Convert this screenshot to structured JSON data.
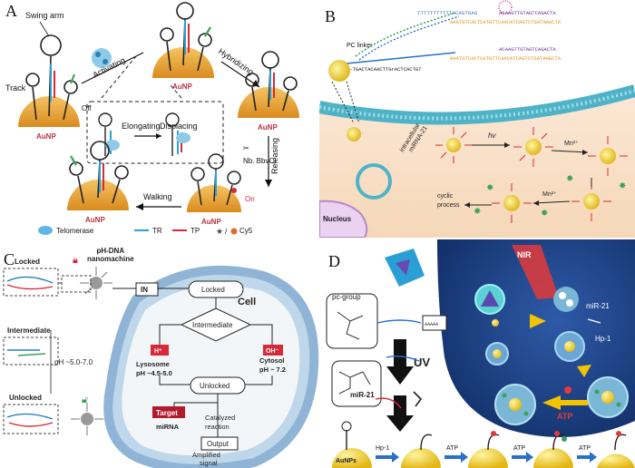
{
  "panelA": {
    "label": "A",
    "swing_arm": "Swing arm",
    "track": "Track",
    "off": "Off",
    "on": "On",
    "aunp": "AuNP",
    "activating": "Activating",
    "hybridizing": "Hybridizing",
    "elongating": "Elongating",
    "displacing": "Displacing",
    "releasing": "Releasing",
    "nb": "Nb. BbvCI",
    "walking": "Walking",
    "legend": {
      "telomerase": "Telomerase",
      "tr": "TR",
      "tp": "TP",
      "cy5": "Cy5"
    },
    "colors": {
      "aunp": "#e8a33a",
      "tr": "#2a9fd6",
      "tp": "#d62a3a",
      "telomerase": "#5fb6e0",
      "green": "#3aa35a"
    }
  },
  "panelB": {
    "label": "B",
    "pc_linker": "PC linker",
    "seq1": "ACAAGTTGTAGTCAGACTA",
    "seq2": "AAATGTCACTCATGTTCAACATCAGTCTGATAAGCTA",
    "seq3": "ACAAGTTGTAGTCAGACTA",
    "seq4": "AAATGTCACTCATGTTCAACATCAGTCTGATAAGCTA",
    "seq5": "T-TGACTACAACTTGrACTCACTGT",
    "intracellular": "intracellular",
    "mirna": "miRNA-21",
    "hv": "hv",
    "mn": "Mn²⁺",
    "mn2": "Mn²⁺",
    "cyclic": "cyclic",
    "process": "process",
    "nucleus": "Nucleus"
  },
  "panelC": {
    "label": "C",
    "locked": "Locked",
    "intermediate": "Intermediate",
    "unlocked": "Unlocked",
    "ph_dna": "pH-DNA",
    "nanomachine": "nanomachine",
    "ph_range": "pH ~5.0-7.0",
    "in": "IN",
    "cell": "Cell",
    "flow_locked": "Locked",
    "flow_intermediate": "Intermediate",
    "h": "H⁺",
    "oh": "OH⁻",
    "lysosome": "Lysosome",
    "lysosome_ph": "pH ~4.5-5.0",
    "cytosol": "Cytosol",
    "cytosol_ph": "pH ~ 7.2",
    "flow_unlocked": "Unlocked",
    "target": "Target",
    "mirna": "miRNA",
    "catalyzed": "Catalyzed",
    "reaction": "reaction",
    "output": "Output",
    "amplified": "Amplified",
    "signal": "signal"
  },
  "panelD": {
    "label": "D",
    "pc_group": "pc-group",
    "uv": "UV",
    "mir21": "miR-21",
    "nir": "NIR",
    "mir21b": "miR-21",
    "hp1": "Hp-1",
    "atp": "ATP",
    "aunps": "AuNPs",
    "hp1b": "Hp-1",
    "atp1": "ATP",
    "atp2": "ATP",
    "atp3": "ATP"
  }
}
